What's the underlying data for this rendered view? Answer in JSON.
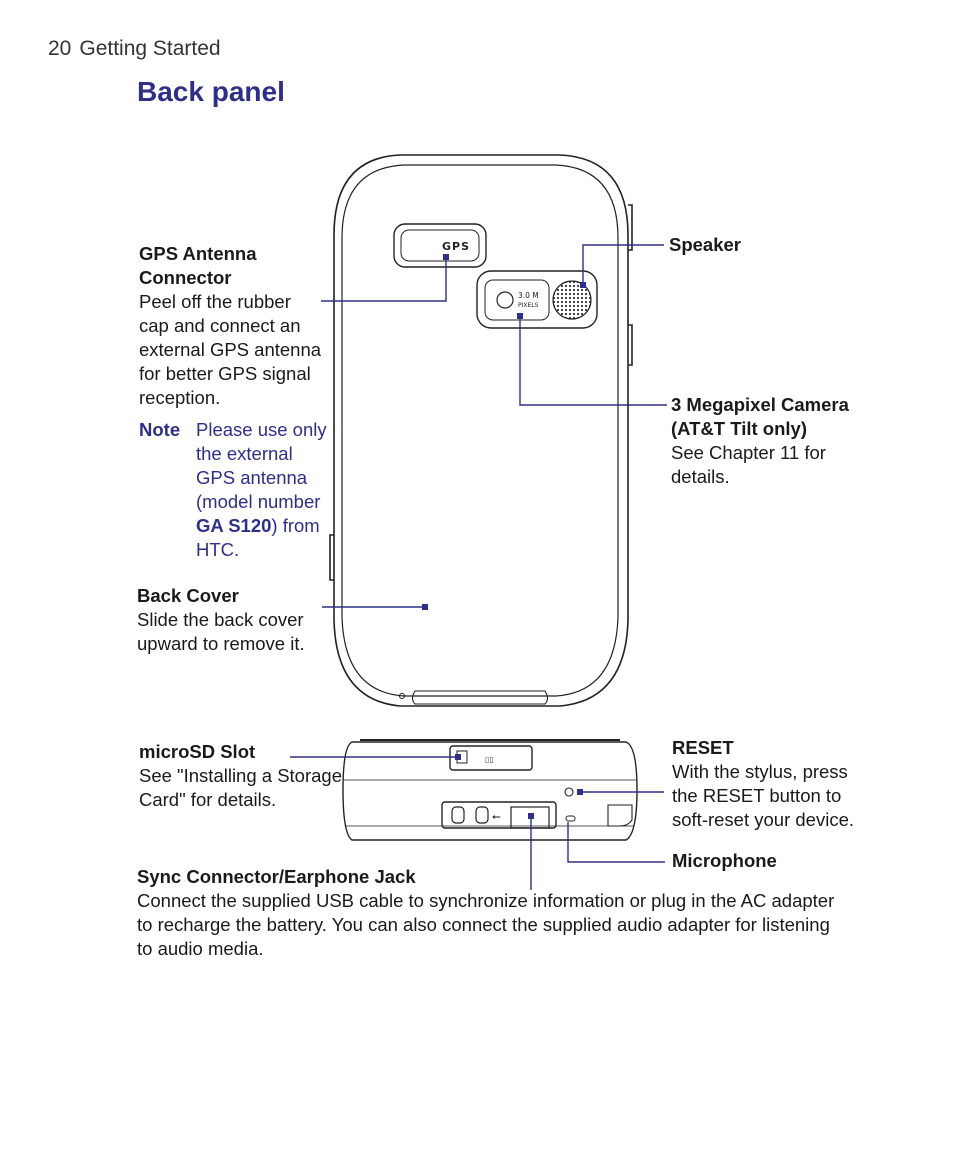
{
  "header": {
    "page_number": "20",
    "section": "Getting Started"
  },
  "title": "Back panel",
  "callouts": {
    "gps": {
      "heading_line1": "GPS Antenna",
      "heading_line2": "Connector",
      "desc": [
        "Peel off the rubber",
        "cap and connect an",
        "external GPS antenna",
        "for better GPS signal",
        "reception."
      ],
      "note_label": "Note",
      "note_lines": [
        "Please use only",
        "the external",
        "GPS antenna",
        "(model number"
      ],
      "note_model": "GA S120",
      "note_after_model": ") from",
      "note_last": "HTC."
    },
    "back_cover": {
      "heading": "Back Cover",
      "desc": [
        "Slide the back cover",
        "upward to remove it."
      ]
    },
    "speaker": {
      "heading": "Speaker"
    },
    "camera": {
      "heading_line1": "3 Megapixel Camera",
      "heading_line2": "(AT&T Tilt only)",
      "desc": [
        "See Chapter 11 for",
        "details."
      ]
    },
    "microsd": {
      "heading": "microSD Slot",
      "desc": [
        "See \"Installing a Storage",
        "Card\" for details."
      ]
    },
    "reset": {
      "heading": "RESET",
      "desc": [
        "With the stylus, press",
        "the RESET button to",
        "soft-reset your device."
      ]
    },
    "microphone": {
      "heading": "Microphone"
    },
    "sync": {
      "heading": "Sync Connector/Earphone Jack",
      "desc": [
        "Connect the supplied USB cable to synchronize information or plug in the AC adapter",
        "to recharge the battery. You can also connect the supplied audio adapter for listening",
        "to audio media."
      ]
    }
  },
  "device_markings": {
    "gps_badge": "GPS",
    "camera_line1": "3.0 M",
    "camera_line2": "PIXELS"
  },
  "colors": {
    "accent": "#2e2f86",
    "leader_line": "#2e2f86",
    "device_outline": "#222222"
  }
}
